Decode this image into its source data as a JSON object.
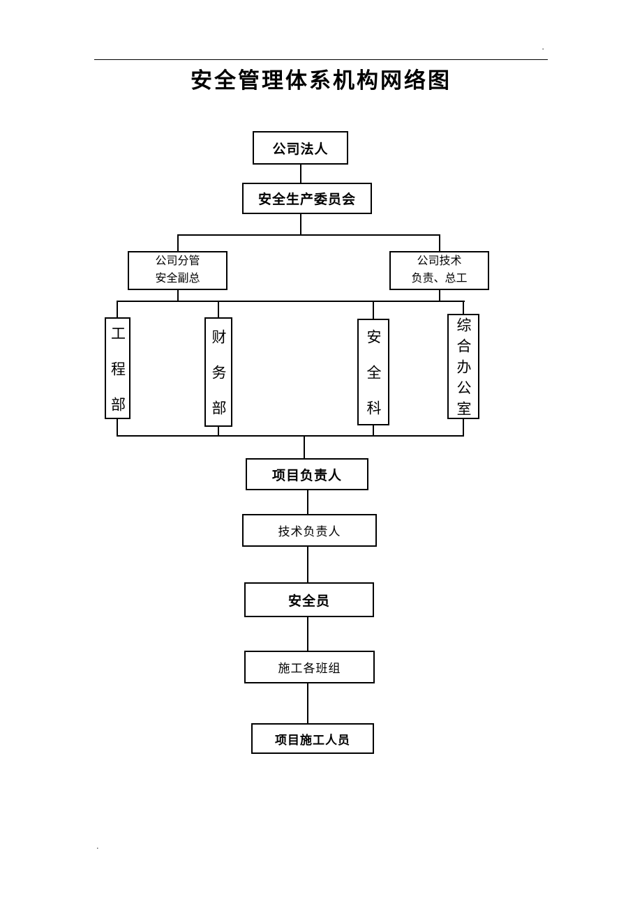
{
  "title": "安全管理体系机构网络图",
  "colors": {
    "ink": "#000000",
    "background": "#ffffff"
  },
  "nodes": {
    "legal_person": "公司法人",
    "safety_committee": "安全生产委员会",
    "deputy_safety": "公司分管\n安全副总",
    "tech_lead": "公司技术\n负责、总工",
    "engineering_dept": "工程部",
    "finance_dept": "财务部",
    "safety_section": "安全科",
    "general_office": "综合办公室",
    "project_manager": "项目负责人",
    "technical_manager": "技术负责人",
    "safety_officer": "安全员",
    "construction_teams": "施工各班组",
    "construction_staff": "项目施工人员"
  },
  "edges": [
    [
      "legal_person",
      "safety_committee"
    ],
    [
      "safety_committee",
      "deputy_safety"
    ],
    [
      "safety_committee",
      "tech_lead"
    ],
    [
      "deputy_safety",
      "engineering_dept"
    ],
    [
      "deputy_safety",
      "finance_dept"
    ],
    [
      "deputy_safety",
      "safety_section"
    ],
    [
      "deputy_safety",
      "general_office"
    ],
    [
      "tech_lead",
      "engineering_dept"
    ],
    [
      "tech_lead",
      "finance_dept"
    ],
    [
      "tech_lead",
      "safety_section"
    ],
    [
      "tech_lead",
      "general_office"
    ],
    [
      "engineering_dept",
      "project_manager"
    ],
    [
      "finance_dept",
      "project_manager"
    ],
    [
      "safety_section",
      "project_manager"
    ],
    [
      "general_office",
      "project_manager"
    ],
    [
      "project_manager",
      "technical_manager"
    ],
    [
      "technical_manager",
      "safety_officer"
    ],
    [
      "safety_officer",
      "construction_teams"
    ],
    [
      "construction_teams",
      "construction_staff"
    ]
  ],
  "marks": {
    "top_right": "·",
    "bottom_left": "."
  }
}
